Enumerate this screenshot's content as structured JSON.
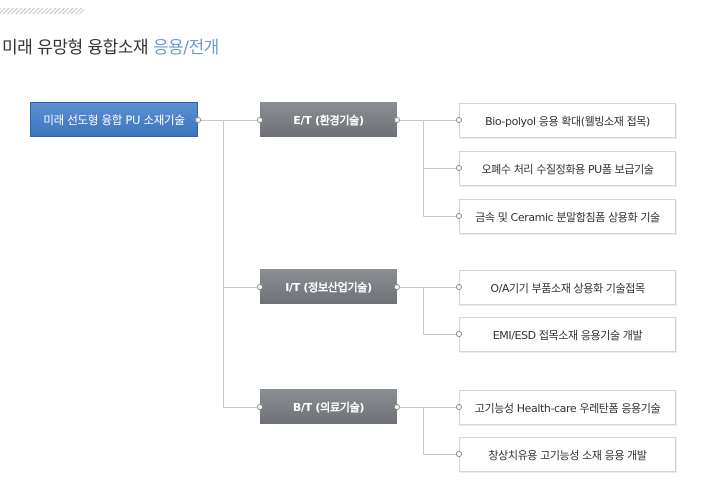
{
  "title": {
    "main": "미래 유망형 융합소재",
    "accent": "응용/전개"
  },
  "root": {
    "label": "미래 선도형 융합 PU 소재기술"
  },
  "categories": [
    {
      "label": "E/T (환경기술)",
      "items": [
        "Bio-polyol 응용 확대(웰빙소재 접목)",
        "오폐수 처리 수질정화용 PU폼 보급기술",
        "금속 및 Ceramic 분말함침폼 상용화 기술"
      ]
    },
    {
      "label": "I/T (정보산업기술)",
      "items": [
        "O/A기기 부품소재 상용화 기술접목",
        "EMI/ESD 접목소재 응용기술 개발"
      ]
    },
    {
      "label": "B/T (의료기술)",
      "items": [
        "고기능성 Health-care 우레탄폼 응용기술",
        "창상치유용 고기능성 소재 응용 개발"
      ]
    }
  ],
  "colors": {
    "root": "#4a80c8",
    "category": "#7d8085",
    "accent": "#6f9bd1",
    "connector": "#c8c8c8"
  }
}
